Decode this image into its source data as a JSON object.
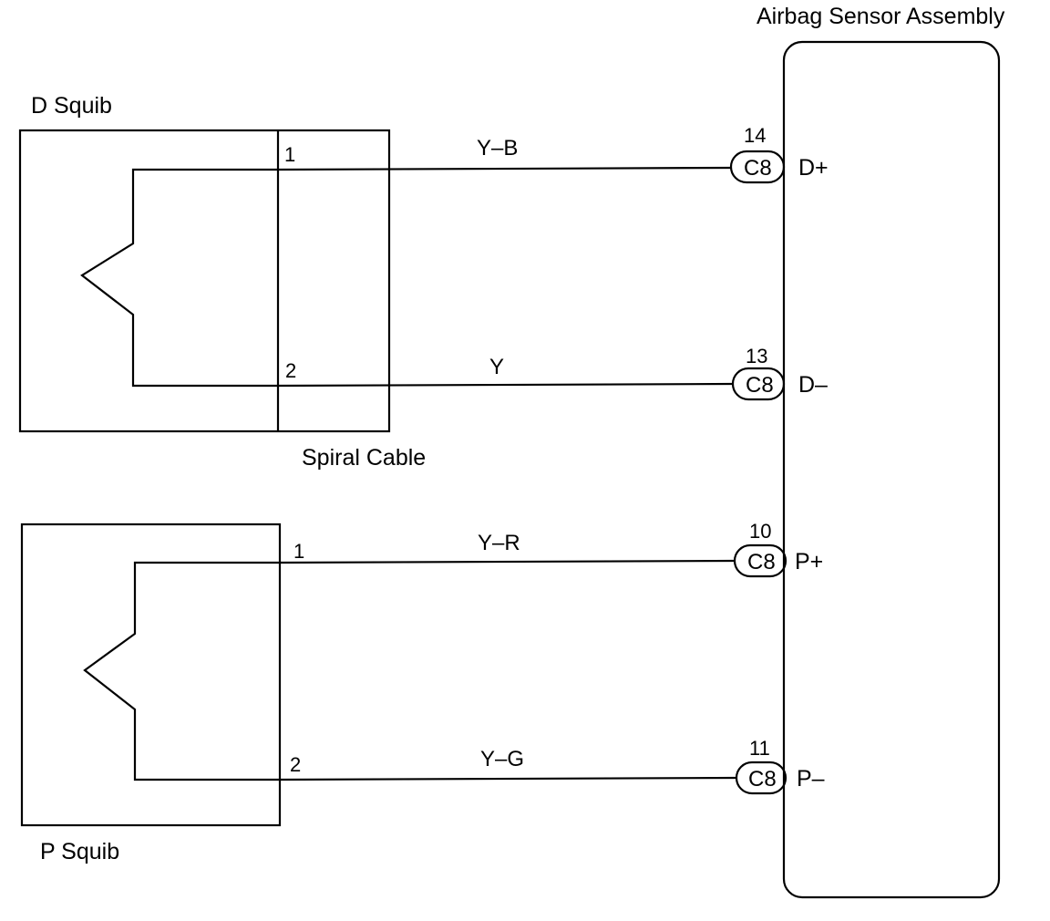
{
  "labels": {
    "airbag_sensor_assembly": "Airbag Sensor Assembly",
    "d_squib": "D Squib",
    "spiral_cable": "Spiral Cable",
    "p_squib": "P Squib"
  },
  "circuits": [
    {
      "pin": "1",
      "wire": "Y–B",
      "conn_pin": "14",
      "conn": "C8",
      "terminal": "D+"
    },
    {
      "pin": "2",
      "wire": "Y",
      "conn_pin": "13",
      "conn": "C8",
      "terminal": "D–"
    },
    {
      "pin": "1",
      "wire": "Y–R",
      "conn_pin": "10",
      "conn": "C8",
      "terminal": "P+"
    },
    {
      "pin": "2",
      "wire": "Y–G",
      "conn_pin": "11",
      "conn": "C8",
      "terminal": "P–"
    }
  ]
}
